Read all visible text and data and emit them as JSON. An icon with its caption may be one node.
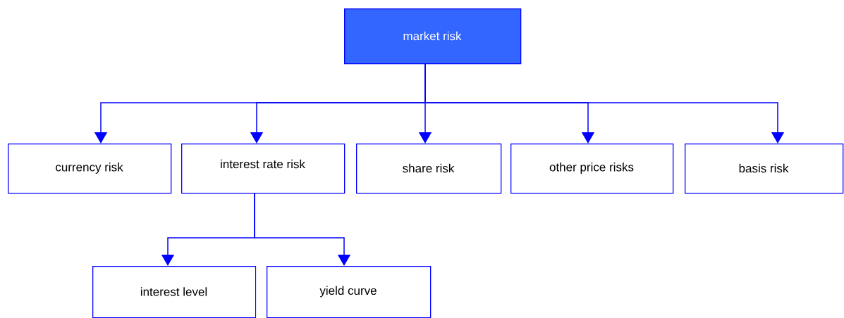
{
  "diagram": {
    "nodes": [
      {
        "text": [
          "market risk"
        ]
      },
      {
        "text": [
          "currency risk"
        ]
      },
      {
        "text": [
          "interest rate risk"
        ]
      },
      {
        "text": [
          "share risk"
        ]
      },
      {
        "text": [
          "other price risks"
        ]
      },
      {
        "text": [
          "basis risk"
        ]
      },
      {
        "text": [
          "interest level"
        ]
      },
      {
        "text": [
          "yield curve"
        ]
      }
    ],
    "edges": [
      {
        "from": 0,
        "to": 1,
        "arrow": "to"
      },
      {
        "from": 0,
        "to": 2,
        "arrow": "to"
      },
      {
        "from": 0,
        "to": 3,
        "arrow": "to"
      },
      {
        "from": 0,
        "to": 4,
        "arrow": "to"
      },
      {
        "from": 0,
        "to": 5,
        "arrow": "to"
      },
      {
        "from": 2,
        "to": 6,
        "arrow": "to"
      },
      {
        "from": 2,
        "to": 7,
        "arrow": "to"
      }
    ]
  }
}
